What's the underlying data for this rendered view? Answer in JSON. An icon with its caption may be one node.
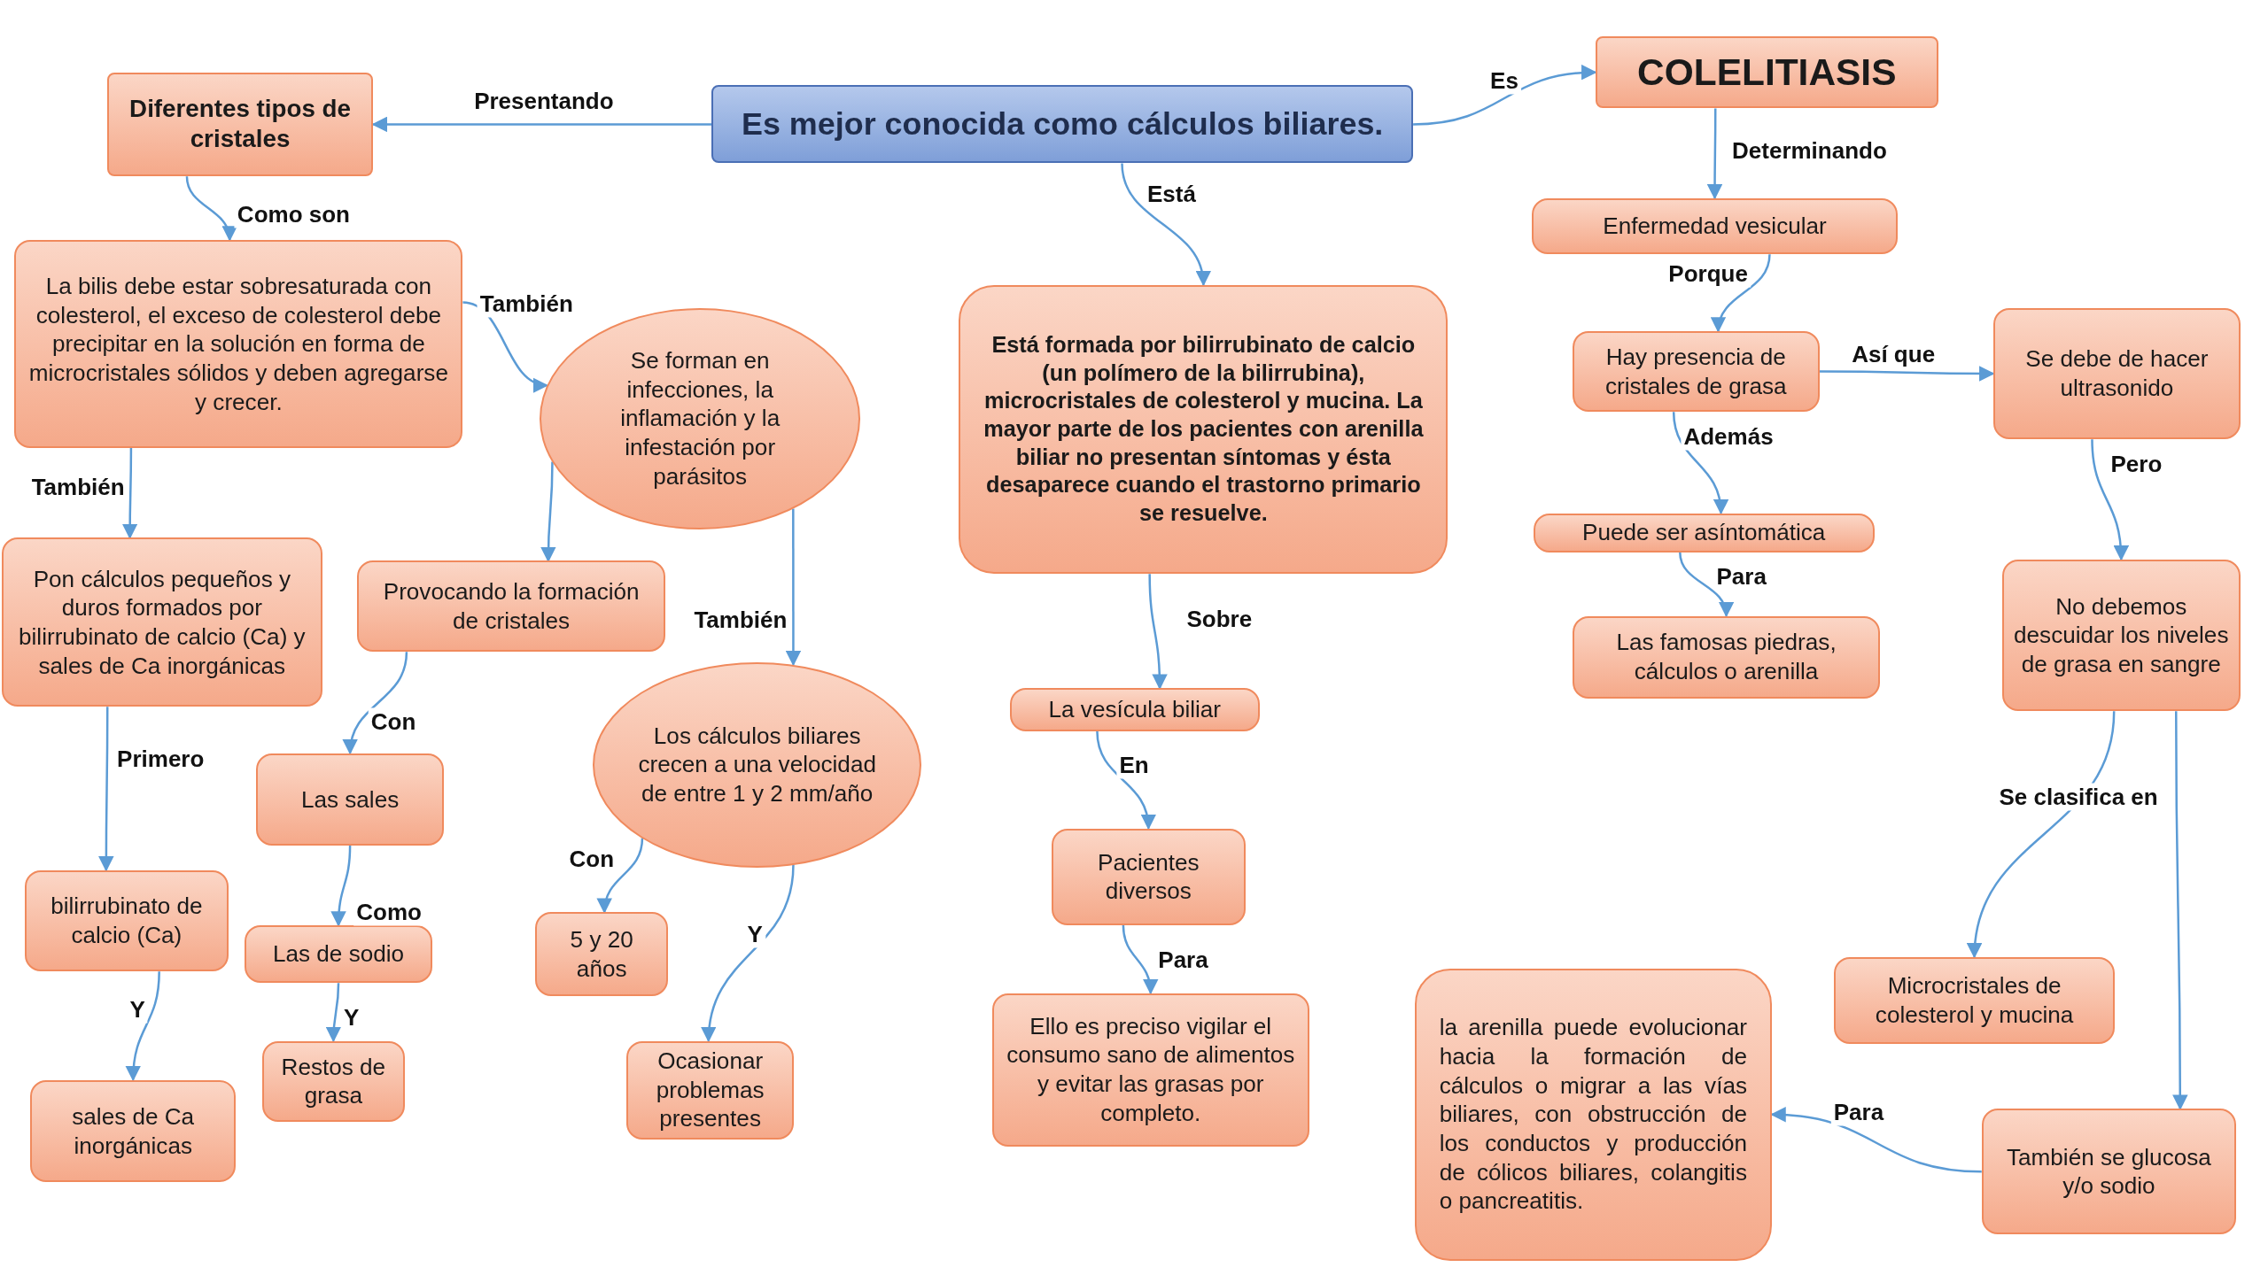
{
  "diagram": {
    "nodes": [
      {
        "text": [
          "Es mejor conocida como cálculos biliares."
        ]
      },
      {
        "text": [
          "COLELITIASIS"
        ]
      },
      {
        "text": [
          "Diferentes tipos de cristales"
        ]
      },
      {
        "text": [
          "La bilis debe estar sobresaturada con colesterol, el exceso de colesterol debe precipitar en la solución en forma de microcristales sólidos y deben agregarse y crecer."
        ]
      },
      {
        "text": [
          "Se forman en infecciones, la inflamación y la infestación por parásitos"
        ]
      },
      {
        "text": [
          "Pon cálculos pequeños y duros formados por bilirrubinato de calcio (Ca) y sales de Ca inorgánicas"
        ]
      },
      {
        "text": [
          "Provocando la formación de cristales"
        ]
      },
      {
        "text": [
          "Los cálculos biliares crecen a una velocidad de entre 1 y 2 mm/año"
        ]
      },
      {
        "text": [
          "bilirrubinato de calcio (Ca)"
        ]
      },
      {
        "text": [
          "Las sales"
        ]
      },
      {
        "text": [
          "Las de sodio"
        ]
      },
      {
        "text": [
          "Restos de grasa"
        ]
      },
      {
        "text": [
          "sales de Ca inorgánicas"
        ]
      },
      {
        "text": [
          "5 y 20 años"
        ]
      },
      {
        "text": [
          "Ocasionar problemas presentes"
        ]
      },
      {
        "text": [
          "Está formada por bilirrubinato de calcio (un polímero de la bilirrubina), microcristales de colesterol y mucina. La mayor parte de los pacientes con arenilla biliar no presentan síntomas y ésta desaparece cuando el trastorno primario se resuelve."
        ]
      },
      {
        "text": [
          "La vesícula biliar"
        ]
      },
      {
        "text": [
          "Pacientes diversos"
        ]
      },
      {
        "text": [
          "Ello es preciso vigilar el consumo sano de alimentos y evitar las grasas por completo."
        ]
      },
      {
        "text": [
          "Enfermedad vesicular"
        ]
      },
      {
        "text": [
          "Hay presencia de cristales de grasa"
        ]
      },
      {
        "text": [
          "Se debe de hacer ultrasonido"
        ]
      },
      {
        "text": [
          "Puede ser asíntomática"
        ]
      },
      {
        "text": [
          "Las famosas piedras, cálculos o arenilla"
        ]
      },
      {
        "text": [
          "No debemos descuidar los niveles de grasa en sangre"
        ]
      },
      {
        "text": [
          "Microcristales de colesterol y mucina"
        ]
      },
      {
        "text": [
          "la arenilla puede evolucionar hacia la formación de cálculos o migrar a las vías biliares, con obstrucción de los conductos y producción de cólicos biliares, colangitis o pancreatitis."
        ]
      },
      {
        "text": [
          "También se glucosa y/o sodio"
        ]
      }
    ],
    "edges": [
      {
        "from": 0,
        "to": 2,
        "arrow": "to",
        "label": "Presentando"
      },
      {
        "from": 0,
        "to": 1,
        "arrow": "to",
        "label": "Es"
      },
      {
        "from": 0,
        "to": 15,
        "arrow": "to",
        "label": "Está"
      },
      {
        "from": 1,
        "to": 19,
        "arrow": "to",
        "label": "Determinando"
      },
      {
        "from": 2,
        "to": 3,
        "arrow": "to",
        "label": "Como son"
      },
      {
        "from": 3,
        "to": 4,
        "arrow": "to",
        "label": "También"
      },
      {
        "from": 3,
        "to": 5,
        "arrow": "to",
        "label": "También"
      },
      {
        "from": 4,
        "to": 6,
        "arrow": "to"
      },
      {
        "from": 4,
        "to": 7,
        "arrow": "to",
        "label": "También"
      },
      {
        "from": 5,
        "to": 8,
        "arrow": "to",
        "label": "Primero"
      },
      {
        "from": 6,
        "to": 9,
        "arrow": "to",
        "label": "Con"
      },
      {
        "from": 9,
        "to": 10,
        "arrow": "to",
        "label": "Como"
      },
      {
        "from": 10,
        "to": 11,
        "arrow": "to",
        "label": "Y"
      },
      {
        "from": 8,
        "to": 12,
        "arrow": "to",
        "label": "Y"
      },
      {
        "from": 7,
        "to": 13,
        "arrow": "to",
        "label": "Con"
      },
      {
        "from": 7,
        "to": 14,
        "arrow": "to",
        "label": "Y"
      },
      {
        "from": 15,
        "to": 16,
        "arrow": "to",
        "label": "Sobre"
      },
      {
        "from": 16,
        "to": 17,
        "arrow": "to",
        "label": "En"
      },
      {
        "from": 17,
        "to": 18,
        "arrow": "to",
        "label": "Para"
      },
      {
        "from": 19,
        "to": 20,
        "arrow": "to",
        "label": "Porque"
      },
      {
        "from": 20,
        "to": 21,
        "arrow": "to",
        "label": "Así que"
      },
      {
        "from": 20,
        "to": 22,
        "arrow": "to",
        "label": "Además"
      },
      {
        "from": 22,
        "to": 23,
        "arrow": "to",
        "label": "Para"
      },
      {
        "from": 21,
        "to": 24,
        "arrow": "to",
        "label": "Pero"
      },
      {
        "from": 24,
        "to": 25,
        "arrow": "to",
        "label": "Se clasifica en"
      },
      {
        "from": 24,
        "to": 27,
        "arrow": "to"
      },
      {
        "from": 27,
        "to": 26,
        "arrow": "to",
        "label": "Para"
      }
    ]
  }
}
